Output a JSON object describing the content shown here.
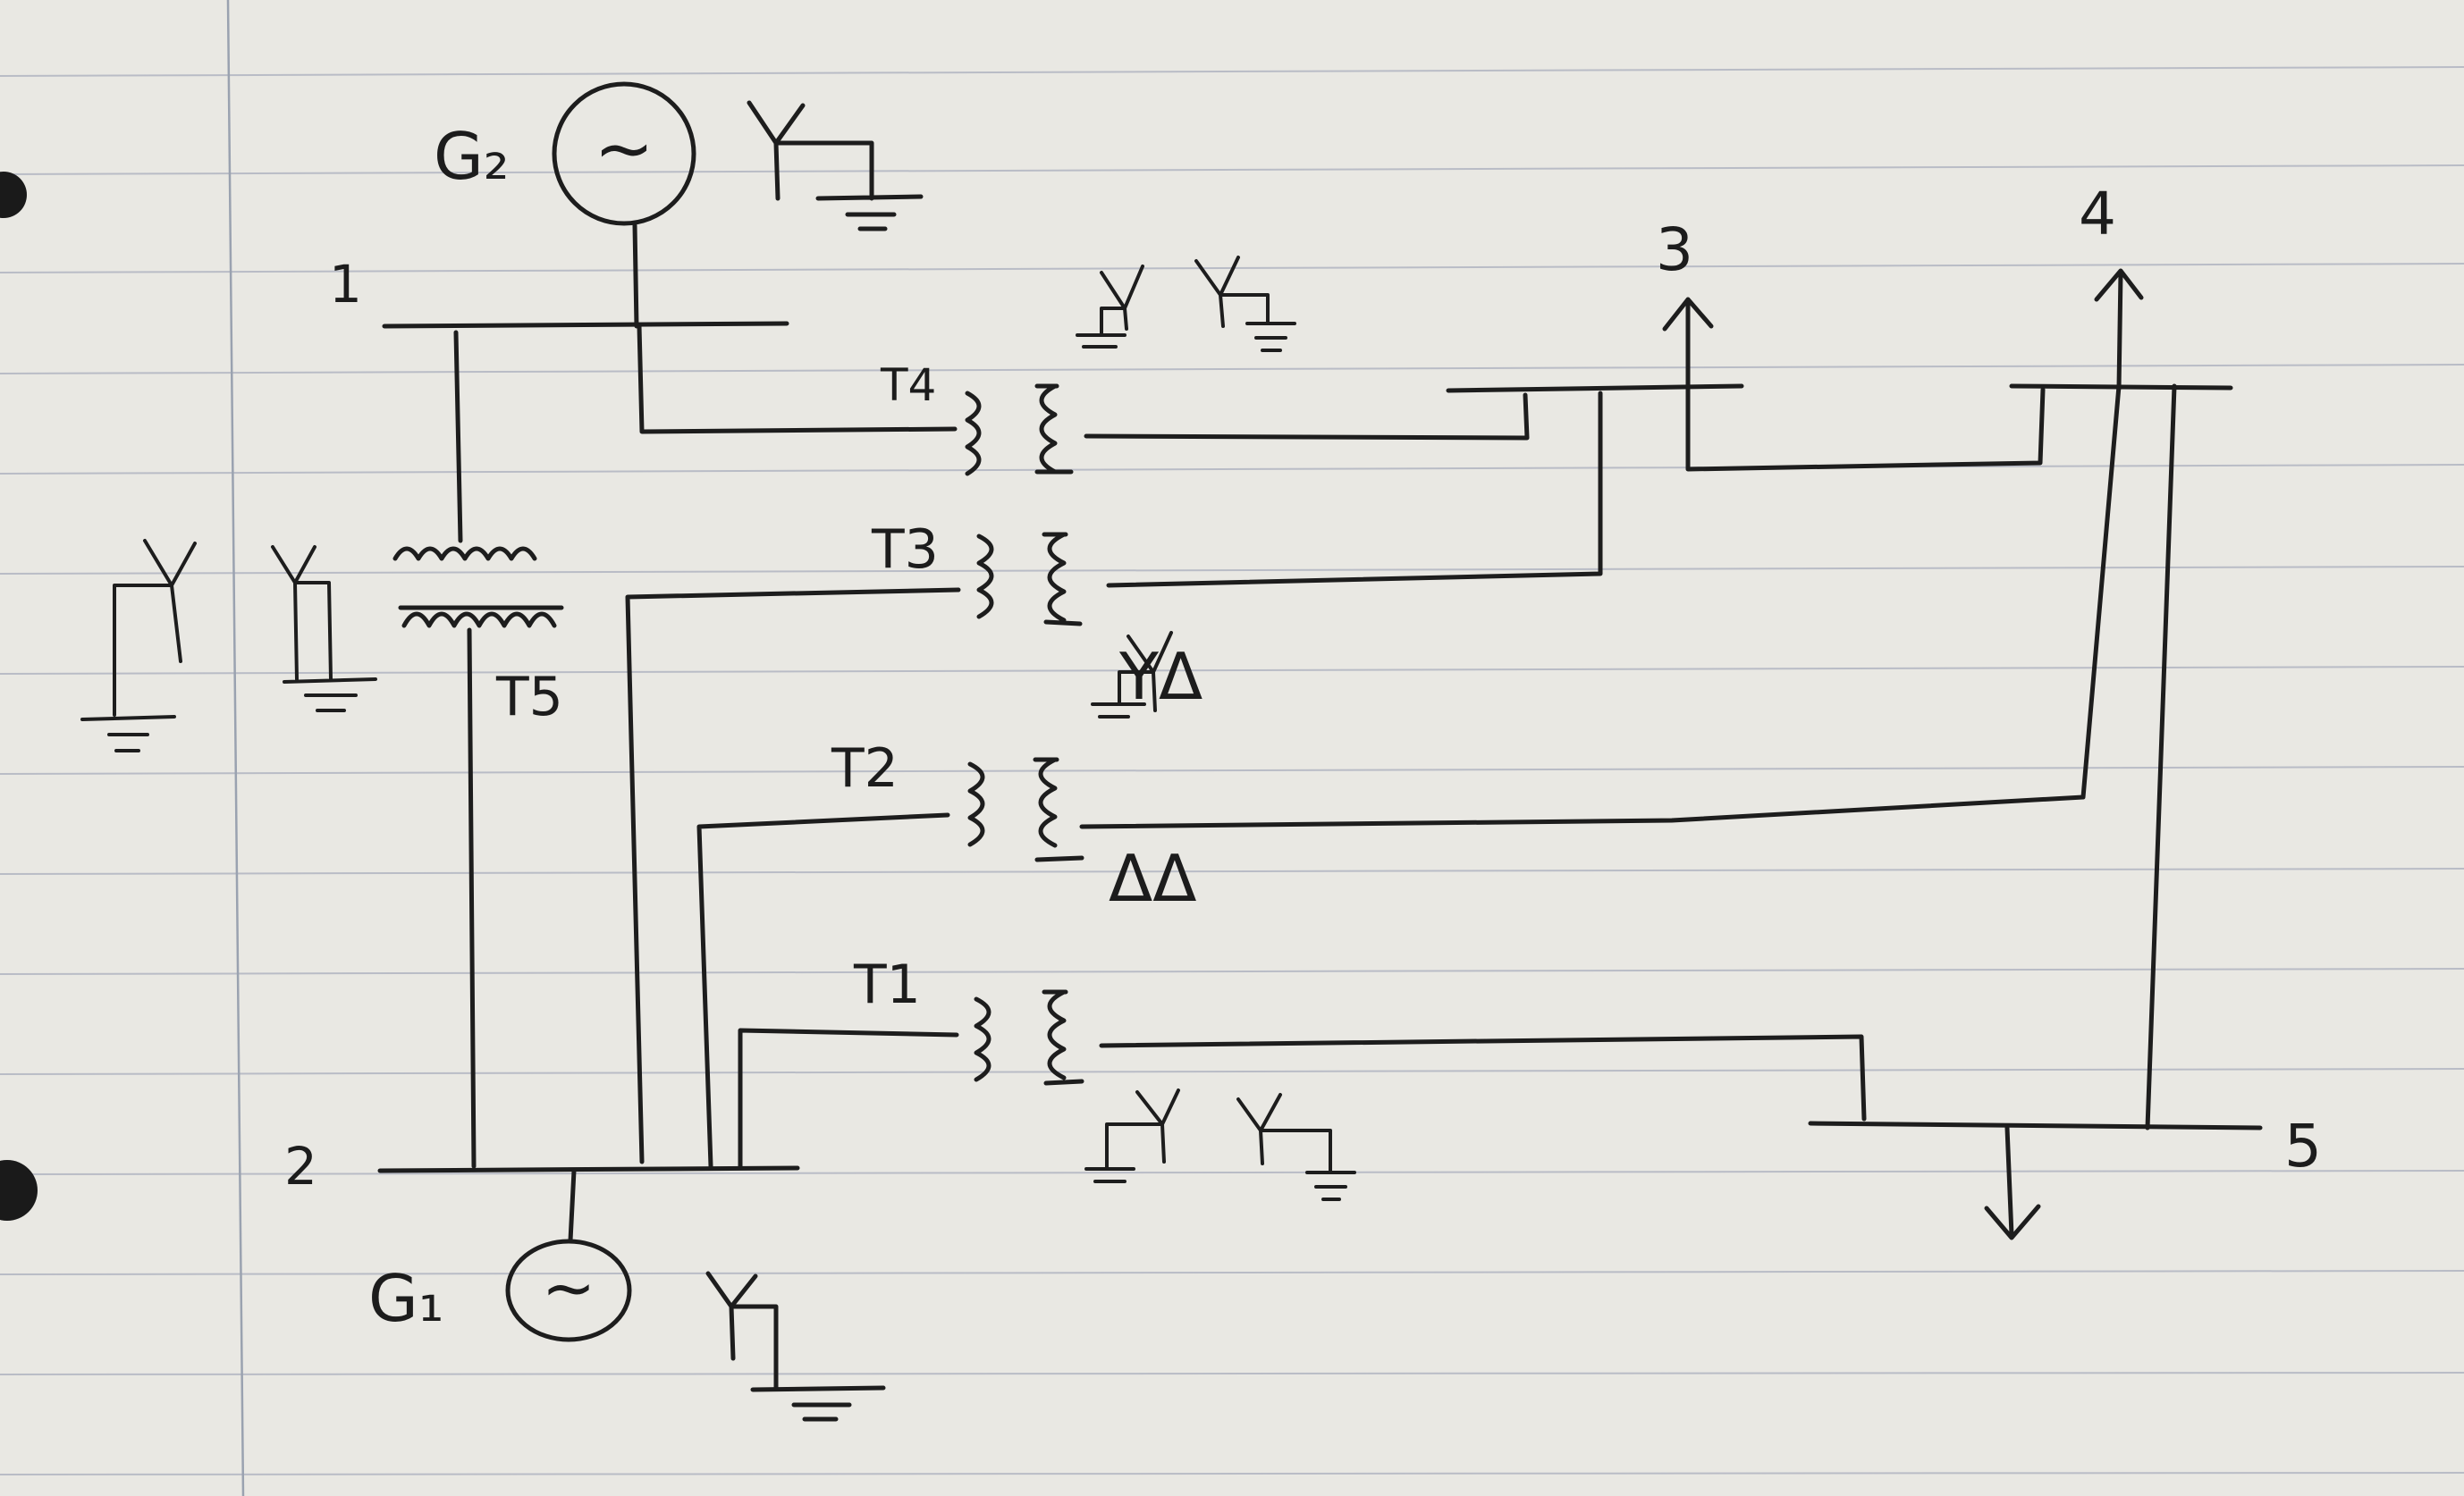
{
  "diagram": {
    "buses": [
      {
        "id": "bus-1",
        "label": "1"
      },
      {
        "id": "bus-2",
        "label": "2"
      },
      {
        "id": "bus-3",
        "label": "3"
      },
      {
        "id": "bus-4",
        "label": "4"
      },
      {
        "id": "bus-5",
        "label": "5"
      }
    ],
    "generators": [
      {
        "id": "g2",
        "label": "G₂",
        "symbol": "~",
        "connection": "Y-grounded"
      },
      {
        "id": "g1",
        "label": "G₁",
        "symbol": "~",
        "connection": "Y-grounded"
      }
    ],
    "transformers": [
      {
        "id": "t1",
        "label": "T1",
        "connection": "YY (both grounded)"
      },
      {
        "id": "t2",
        "label": "T2",
        "connection": "ΔΔ",
        "annotation": "ΔΔ"
      },
      {
        "id": "t3",
        "label": "T3",
        "connection": "YΔ",
        "annotation": "YΔ"
      },
      {
        "id": "t4",
        "label": "T4",
        "connection": "YY (both grounded)"
      },
      {
        "id": "t5",
        "label": "T5",
        "connection": "YY (both grounded)"
      }
    ],
    "load_symbols": [
      "bus-3",
      "bus-4",
      "bus-5"
    ]
  }
}
